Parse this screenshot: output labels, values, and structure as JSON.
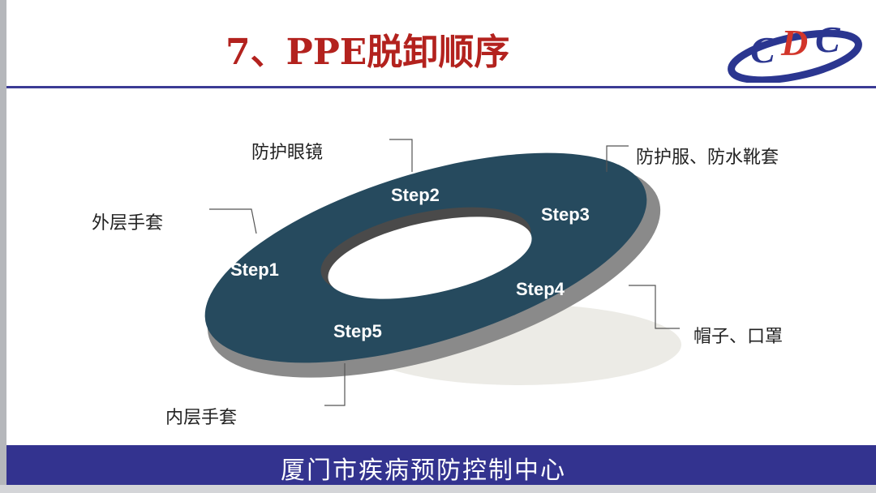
{
  "title": "7、PPE脱卸顺序",
  "logo_text": "CDC",
  "steps": [
    {
      "step": "Step1",
      "item": "外层手套"
    },
    {
      "step": "Step2",
      "item": "防护眼镜"
    },
    {
      "step": "Step3",
      "item": "防护服、防水靴套"
    },
    {
      "step": "Step4",
      "item": "帽子、口罩"
    },
    {
      "step": "Step5",
      "item": "内层手套"
    }
  ],
  "footer": "厦门市疾病预防控制中心",
  "colors": {
    "title": "#b3221e",
    "ring": "#264a5e",
    "band": "#33338f"
  }
}
